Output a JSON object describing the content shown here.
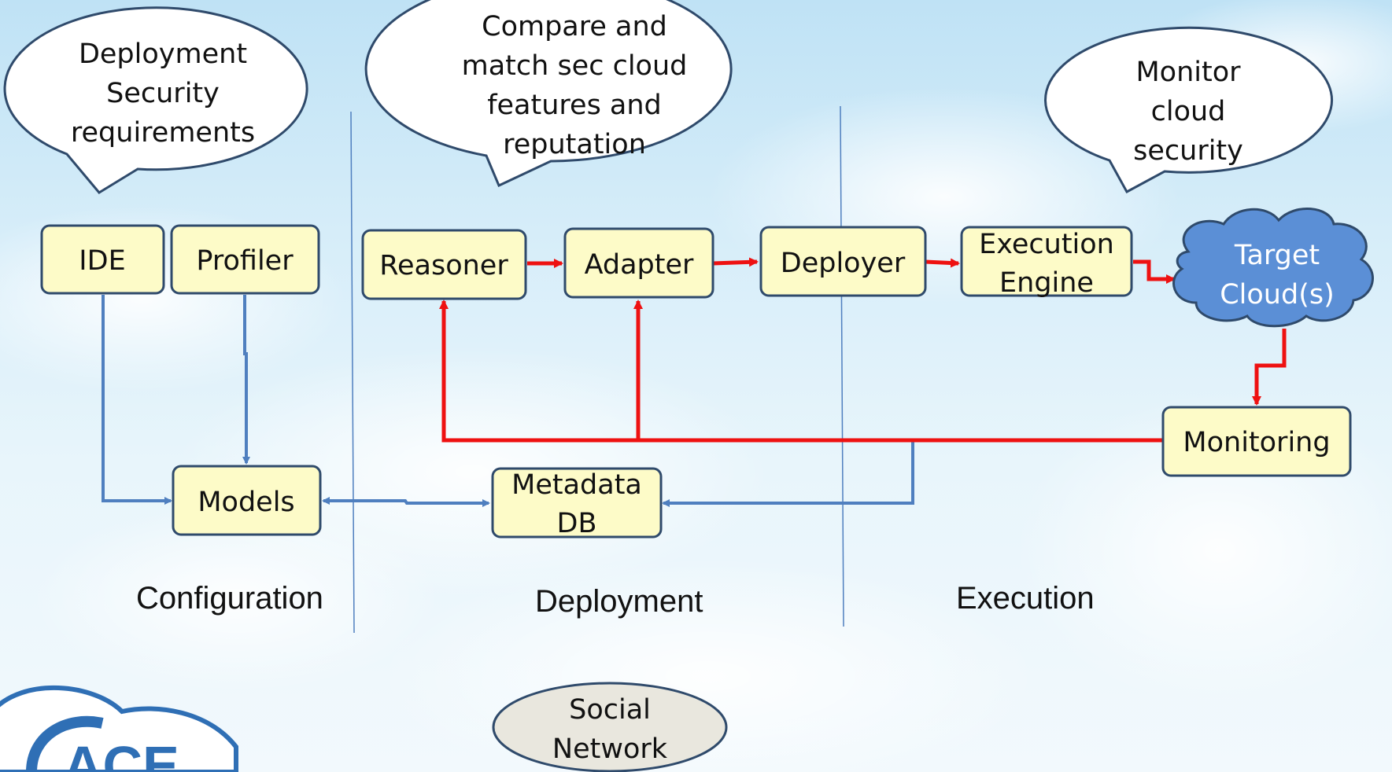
{
  "colors": {
    "box_fill": "#fdfbc8",
    "box_stroke": "#2f4a6b",
    "blue_line": "#4f7fbf",
    "red_line": "#ee1111",
    "cloud_fill": "#5b8fd6",
    "oval_fill": "#e9e7de"
  },
  "bubbles": {
    "deployment_req": [
      "Deployment",
      "Security",
      "requirements"
    ],
    "compare": [
      "Compare and",
      "match sec cloud",
      "features and",
      "reputation"
    ],
    "monitor": [
      "Monitor",
      "cloud",
      "security"
    ]
  },
  "boxes": {
    "ide": [
      "IDE"
    ],
    "profiler": [
      "Profiler"
    ],
    "reasoner": [
      "Reasoner"
    ],
    "adapter": [
      "Adapter"
    ],
    "deployer": [
      "Deployer"
    ],
    "execution_engine": [
      "Execution",
      "Engine"
    ],
    "monitoring": [
      "Monitoring"
    ],
    "models": [
      "Models"
    ],
    "metadata_db": [
      "Metadata",
      "DB"
    ]
  },
  "cloud": [
    "Target",
    "Cloud(s)"
  ],
  "social": [
    "Social",
    "Network"
  ],
  "phases": {
    "configuration": "Configuration",
    "deployment": "Deployment",
    "execution": "Execution"
  },
  "logo_text": "ACE",
  "logo_icon": "cloud-sun-logo"
}
